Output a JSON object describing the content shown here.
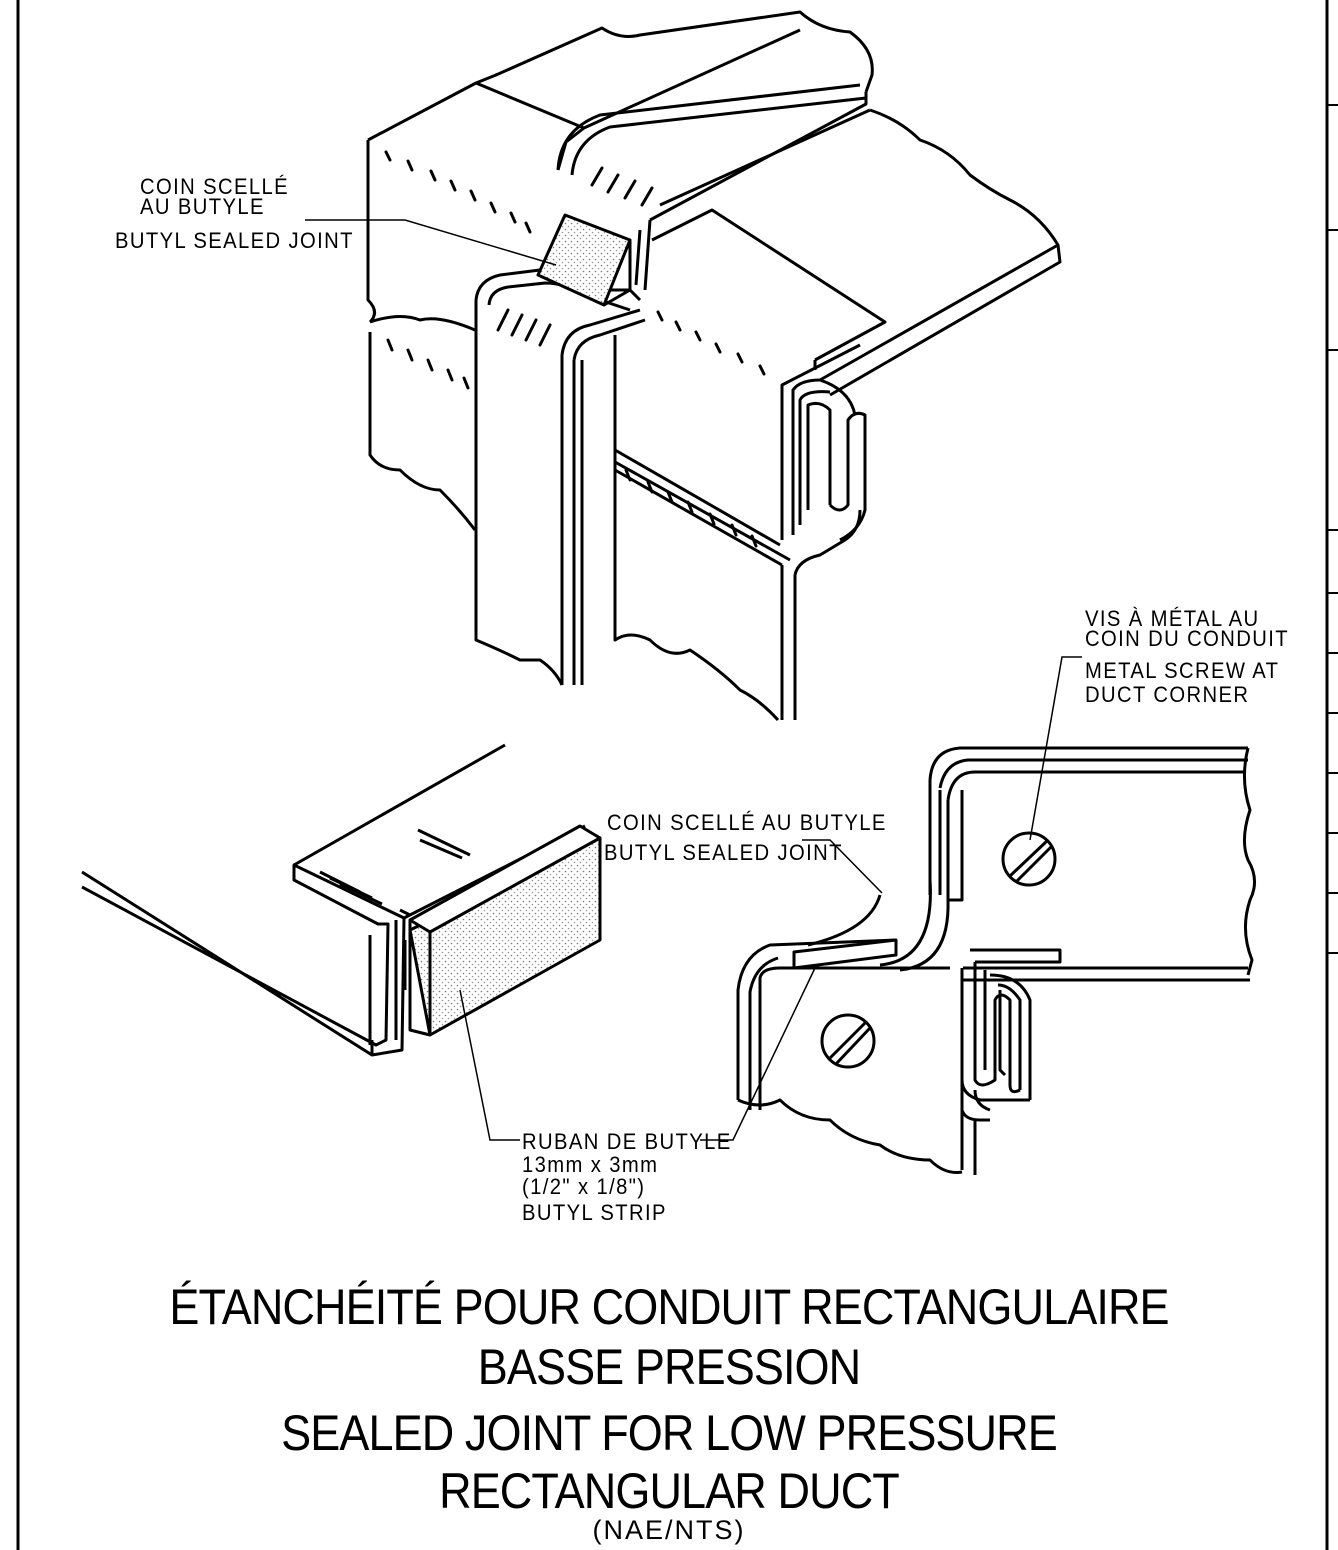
{
  "labels": {
    "top_fr_line1": "COIN SCELLÉ",
    "top_fr_line2": "AU BUTYLE",
    "top_en": "BUTYL SEALED JOINT",
    "screw_fr_line1": "VIS À MÉTAL AU",
    "screw_fr_line2": "COIN DU CONDUIT",
    "screw_en_line1": "METAL SCREW AT",
    "screw_en_line2": "DUCT CORNER",
    "mid_fr": "COIN SCELLÉ AU BUTYLE",
    "mid_en": "BUTYL SEALED JOINT",
    "strip_fr": "RUBAN DE BUTYLE",
    "strip_dim_mm": "13mm x 3mm",
    "strip_dim_in": "(1/2\" x 1/8\")",
    "strip_en": "BUTYL STRIP"
  },
  "title": {
    "line1": "ÉTANCHÉITÉ POUR CONDUIT RECTANGULAIRE",
    "line2": "BASSE PRESSION",
    "line3": "SEALED JOINT FOR LOW PRESSURE",
    "line4": "RECTANGULAR DUCT",
    "scale": "(NAE/NTS)"
  }
}
